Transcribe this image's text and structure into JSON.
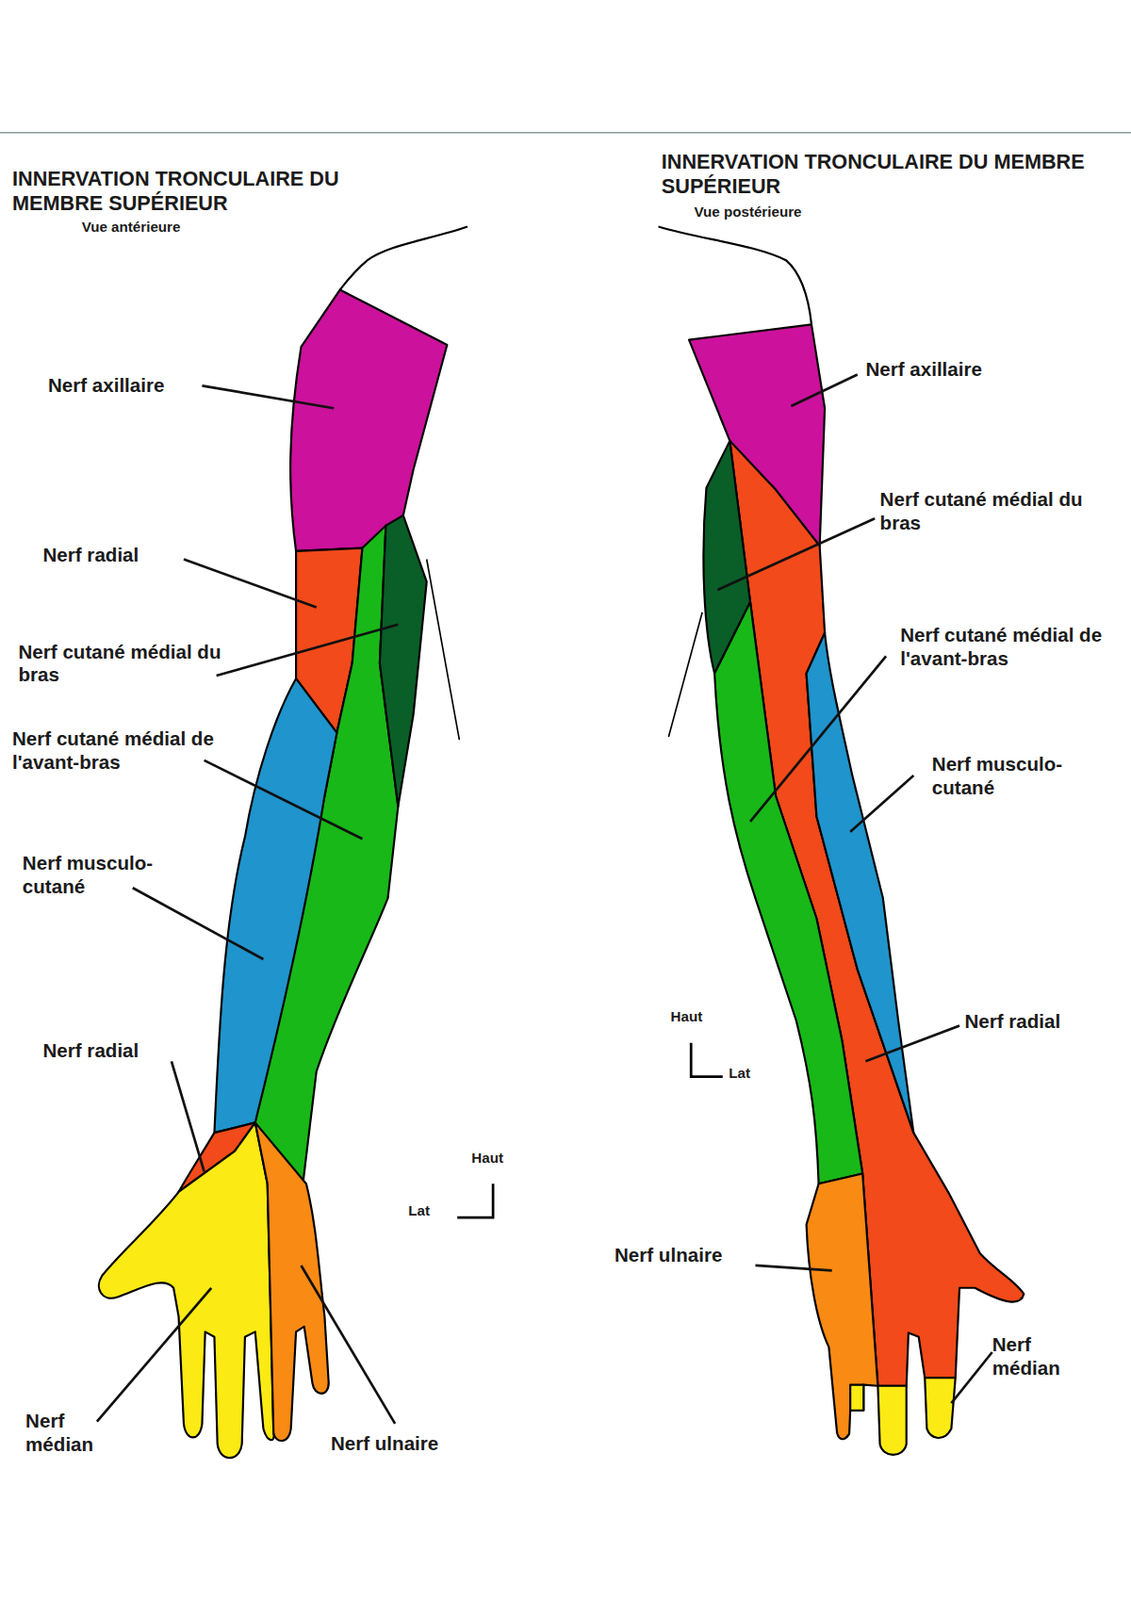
{
  "diagram": {
    "labels": [
      "INNERVATION TRONCULAIRE DU MEMBRE SUPÉRIEUR",
      "Vue antérieure",
      "INNERVATION TRONCULAIRE DU MEMBRE SUPÉRIEUR",
      "Vue postérieure",
      "Nerf axillaire",
      "Nerf radial",
      "Nerf cutané médial du bras",
      "Nerf cutané médial de l'avant-bras",
      "Nerf musculo-cutané",
      "Nerf radial",
      "Nerf médian",
      "Nerf ulnaire",
      "Haut",
      "Lat",
      "Nerf axillaire",
      "Nerf cutané médial du bras",
      "Nerf cutané médial de l'avant-bras",
      "Nerf musculo-cutané",
      "Nerf radial",
      "Nerf ulnaire",
      "Nerf médian",
      "Haut",
      "Lat"
    ]
  }
}
